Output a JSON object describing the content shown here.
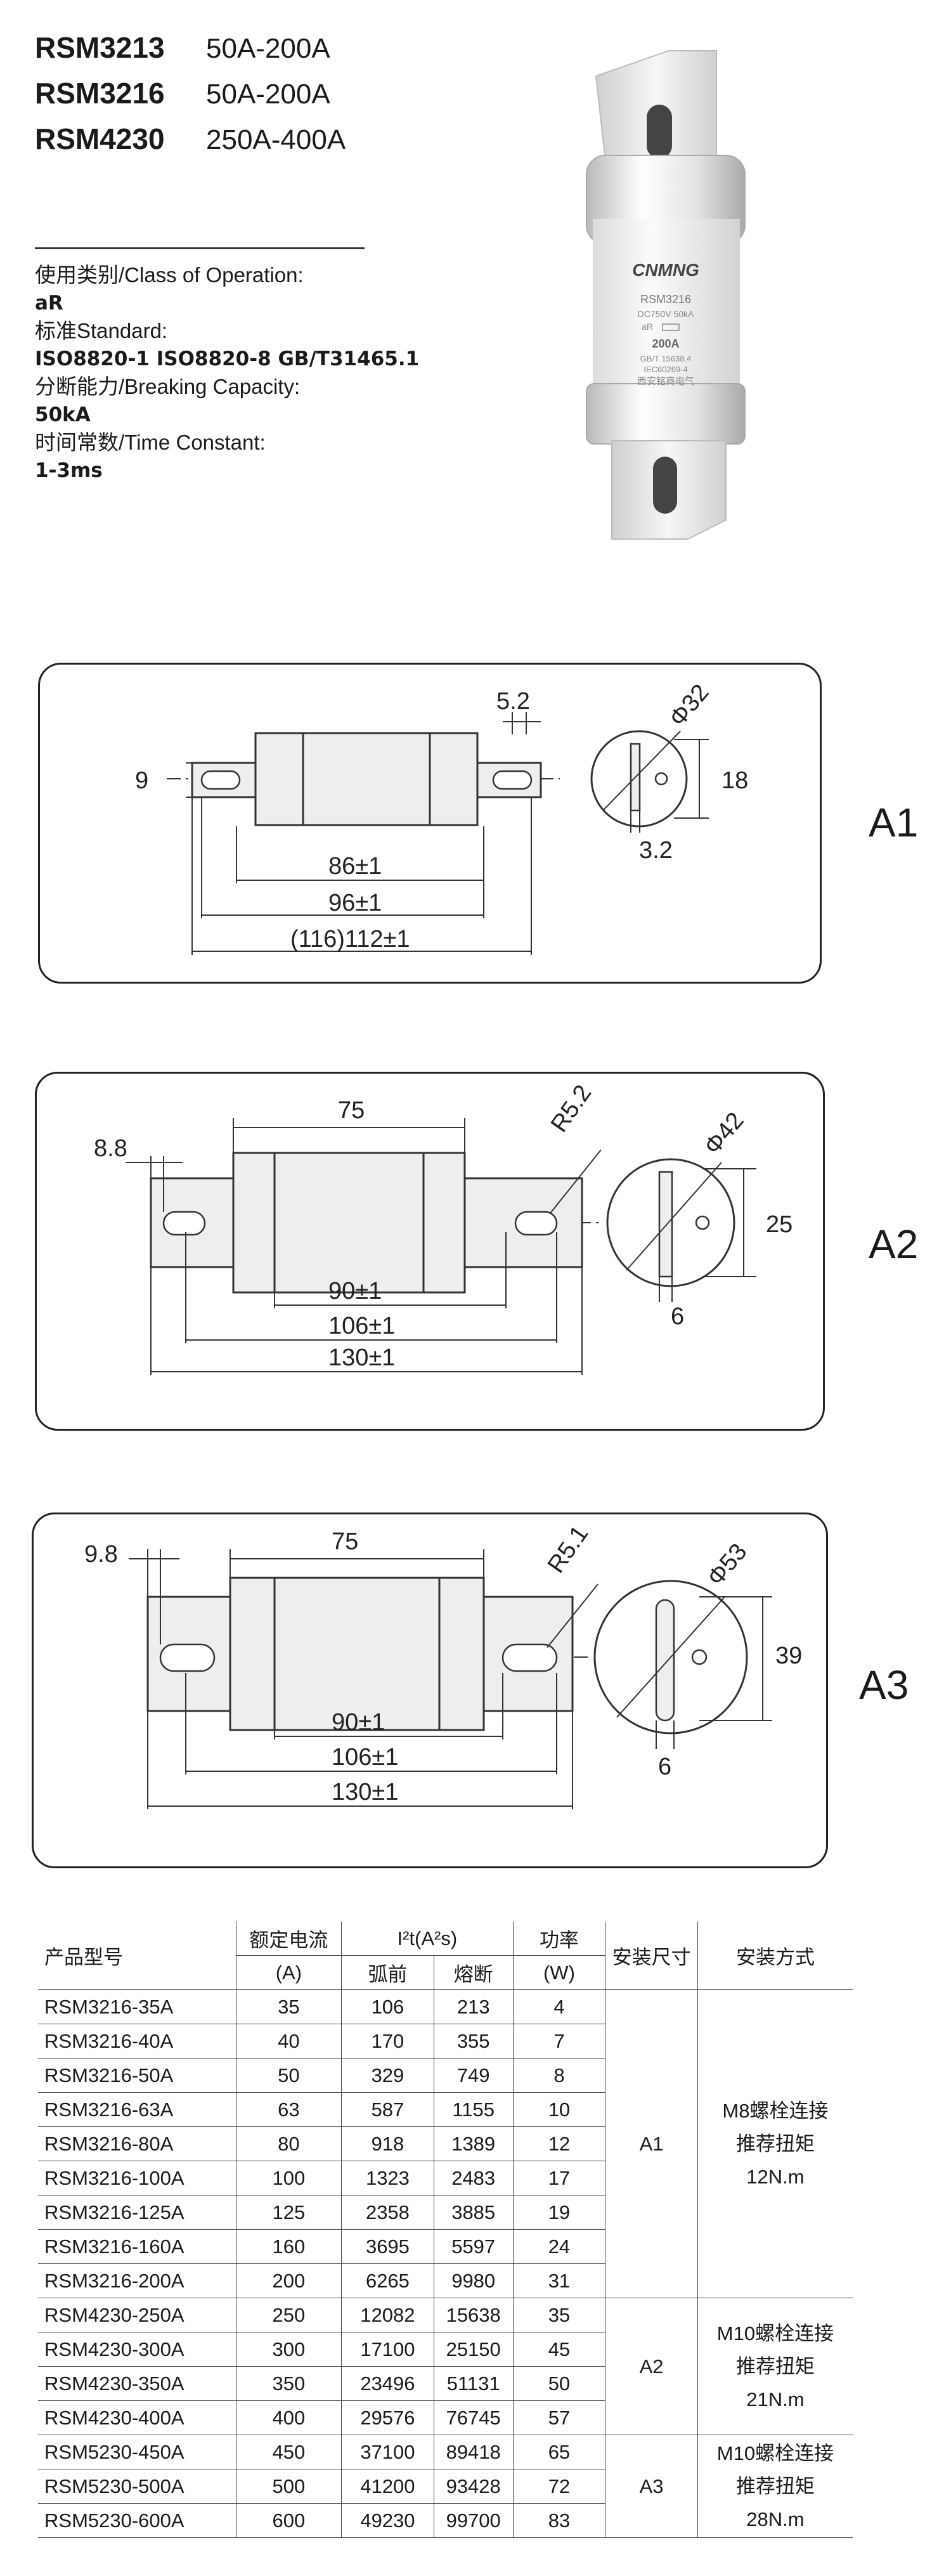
{
  "models": [
    {
      "name": "RSM3213",
      "range": "50A-200A"
    },
    {
      "name": "RSM3216",
      "range": "50A-200A"
    },
    {
      "name": "RSM4230",
      "range": "250A-400A"
    }
  ],
  "specs": [
    {
      "label": "使用类别/Class of Operation:",
      "value": "aR"
    },
    {
      "label": "标准Standard:",
      "value": "ISO8820-1  ISO8820-8  GB/T31465.1"
    },
    {
      "label": "分断能力/Breaking Capacity:",
      "value": "50kA"
    },
    {
      "label": "时间常数/Time Constant:",
      "value": "1-3ms"
    }
  ],
  "product_label": {
    "brand": "CNMNG",
    "model": "RSM3216",
    "rating": "DC750V  50kA",
    "class": "aR",
    "current": "200A",
    "std1": "GB/T 15638.4",
    "std2": "IEC60269-4",
    "maker": "西安铭商电气"
  },
  "drawings": {
    "a1": {
      "type": "A1",
      "d_gap": "5.2",
      "d_dia": "Φ32",
      "d_h": "9",
      "d_w": "18",
      "d_t": "3.2",
      "d_l1": "86±1",
      "d_l2": "96±1",
      "d_l3": "(116)112±1"
    },
    "a2": {
      "type": "A2",
      "d_top": "75",
      "d_r": "R5.2",
      "d_dia": "Φ42",
      "d_tab": "8.8",
      "d_w": "25",
      "d_t": "6",
      "d_l1": "90±1",
      "d_l2": "106±1",
      "d_l3": "130±1"
    },
    "a3": {
      "type": "A3",
      "d_top": "75",
      "d_r": "R5.1",
      "d_dia": "Φ53",
      "d_tab": "9.8",
      "d_w": "39",
      "d_t": "6",
      "d_l1": "90±1",
      "d_l2": "106±1",
      "d_l3": "130±1"
    }
  },
  "table": {
    "headers": {
      "model": "产品型号",
      "current": "额定电流",
      "current_unit": "(A)",
      "i2t": "I²t(A²s)",
      "pre_arc": "弧前",
      "melting": "熔断",
      "power": "功率",
      "power_unit": "(W)",
      "mount_size": "安装尺寸",
      "mount_method": "安装方式"
    },
    "rows": [
      [
        "RSM3216-35A",
        "35",
        "106",
        "213",
        "4"
      ],
      [
        "RSM3216-40A",
        "40",
        "170",
        "355",
        "7"
      ],
      [
        "RSM3216-50A",
        "50",
        "329",
        "749",
        "8"
      ],
      [
        "RSM3216-63A",
        "63",
        "587",
        "1155",
        "10"
      ],
      [
        "RSM3216-80A",
        "80",
        "918",
        "1389",
        "12"
      ],
      [
        "RSM3216-100A",
        "100",
        "1323",
        "2483",
        "17"
      ],
      [
        "RSM3216-125A",
        "125",
        "2358",
        "3885",
        "19"
      ],
      [
        "RSM3216-160A",
        "160",
        "3695",
        "5597",
        "24"
      ],
      [
        "RSM3216-200A",
        "200",
        "6265",
        "9980",
        "31"
      ],
      [
        "RSM4230-250A",
        "250",
        "12082",
        "15638",
        "35"
      ],
      [
        "RSM4230-300A",
        "300",
        "17100",
        "25150",
        "45"
      ],
      [
        "RSM4230-350A",
        "350",
        "23496",
        "51131",
        "50"
      ],
      [
        "RSM4230-400A",
        "400",
        "29576",
        "76745",
        "57"
      ],
      [
        "RSM5230-450A",
        "450",
        "37100",
        "89418",
        "65"
      ],
      [
        "RSM5230-500A",
        "500",
        "41200",
        "93428",
        "72"
      ],
      [
        "RSM5230-600A",
        "600",
        "49230",
        "99700",
        "83"
      ]
    ],
    "groups": [
      {
        "size": "A1",
        "line1": "M8螺栓连接",
        "line2": "推荐扭矩",
        "line3": "12N.m"
      },
      {
        "size": "A2",
        "line1": "M10螺栓连接",
        "line2": "推荐扭矩",
        "line3": "21N.m"
      },
      {
        "size": "A3",
        "line1": "M10螺栓连接",
        "line2": "推荐扭矩",
        "line3": "28N.m"
      }
    ]
  }
}
